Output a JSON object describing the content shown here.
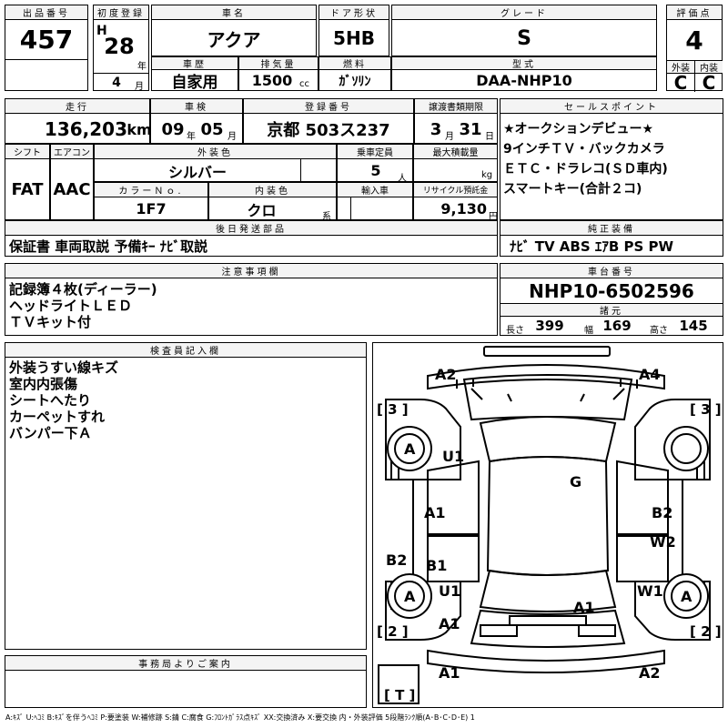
{
  "lot": {
    "label": "出品番号",
    "value": "457"
  },
  "first_reg": {
    "label": "初度登録",
    "era": "H",
    "year": "28",
    "year_unit": "年",
    "month": "4",
    "month_unit": "月"
  },
  "car_name": {
    "label": "車名",
    "value": "アクア"
  },
  "door": {
    "label": "ドア形状",
    "value": "5HB"
  },
  "grade": {
    "label": "グレード",
    "value": "S"
  },
  "score": {
    "label": "評価点",
    "value": "4",
    "ext_label": "外装",
    "int_label": "内装",
    "ext": "C",
    "int": "C"
  },
  "history": {
    "label": "車歴",
    "value": "自家用"
  },
  "displacement": {
    "label": "排気量",
    "value": "1500",
    "unit": "cc"
  },
  "fuel": {
    "label": "燃料",
    "value": "ｶﾞｿﾘﾝ"
  },
  "model": {
    "label": "型式",
    "value": "DAA-NHP10"
  },
  "mileage": {
    "label": "走行",
    "value": "136,203",
    "unit": "km"
  },
  "inspection": {
    "label": "車検",
    "year": "09",
    "year_unit": "年",
    "month": "05",
    "month_unit": "月"
  },
  "plate": {
    "label": "登録番号",
    "value": "京都 503ス237"
  },
  "transfer": {
    "label": "譲渡書類期限",
    "month": "3",
    "month_unit": "月",
    "day": "31",
    "day_unit": "日"
  },
  "selling_points": {
    "label": "セールスポイント",
    "lines": "★オークションデビュー★\n9インチＴＶ・バックカメラ\nＥＴＣ・ドラレコ(ＳＤ車内)\nスマートキー(合計２コ)"
  },
  "shift": {
    "label": "シフト",
    "value": "FAT"
  },
  "aircon": {
    "label": "エアコン",
    "value": "AAC"
  },
  "ext_color": {
    "label": "外装色",
    "value": "シルバー"
  },
  "capacity": {
    "label": "乗車定員",
    "value": "5",
    "unit": "人"
  },
  "max_load": {
    "label": "最大積載量",
    "value": "",
    "unit": "kg"
  },
  "color_no": {
    "label": "カラーＮｏ.",
    "value": "1F7"
  },
  "int_color": {
    "label": "内装色",
    "value": "クロ",
    "unit": "系"
  },
  "import": {
    "label": "輸入車",
    "value": ""
  },
  "recycle": {
    "label": "リサイクル預託金",
    "value": "9,130",
    "unit": "円"
  },
  "later_parts": {
    "label": "後日発送部品",
    "value": "保証書 車両取説 予備ｷｰ ﾅﾋﾞ取説"
  },
  "equipment": {
    "label": "純正装備",
    "value": "ﾅﾋﾞ TV ABS ｴｱB PS PW"
  },
  "notes": {
    "label": "注意事項欄",
    "lines": "記録簿４枚(ディーラー)\nヘッドライトＬＥＤ\nＴＶキット付"
  },
  "chassis": {
    "label": "車台番号",
    "value": "NHP10-6502596"
  },
  "specs": {
    "label": "諸元",
    "length_label": "長さ",
    "length": "399",
    "width_label": "幅",
    "width": "169",
    "height_label": "高さ",
    "height": "145"
  },
  "inspector": {
    "label": "検査員記入欄",
    "lines": "外装うすい線キズ\n室内内張傷\nシートへたり\nカーペットすれ\nバンパー下Ａ"
  },
  "office": {
    "label": "事務局よりご案内",
    "value": ""
  },
  "legend": "A:ｷｽﾞ U:ﾍｺﾐ B:ｷｽﾞを伴うﾍｺﾐ P:要塗装 W:補修跡 S:錆 C:腐食 G:ﾌﾛﾝﾄｶﾞﾗｽ点ｷｽﾞ XX:交換済み X:要交換  内・外装評価  5段階ﾗﾝｸ順(A･B･C･D･E) 1",
  "diagram": {
    "tires": {
      "fl": "[ 3 ]",
      "fr": "[ 3 ]",
      "rl": "[ 2 ]",
      "rr": "[ 2 ]",
      "spare": "[ T ]"
    },
    "marks": {
      "front_left_corner": "A2",
      "front_right_corner": "A4",
      "front_left_wheel": "A",
      "front_left_fender": "U1",
      "roof": "G",
      "front_left_door": "A1",
      "front_right_door": "B2",
      "rear_left_door": "B1",
      "rear_right_door": "W2",
      "left_sill": "B2",
      "rear_left_wheel": "A",
      "rear_left_fender": "U1",
      "rear_right_fender": "W1",
      "rear_right_wheel": "A",
      "trunk": "A1",
      "rear_left_quarter": "A1",
      "rear_left_corner": "A1",
      "rear_right_corner": "A2"
    }
  }
}
